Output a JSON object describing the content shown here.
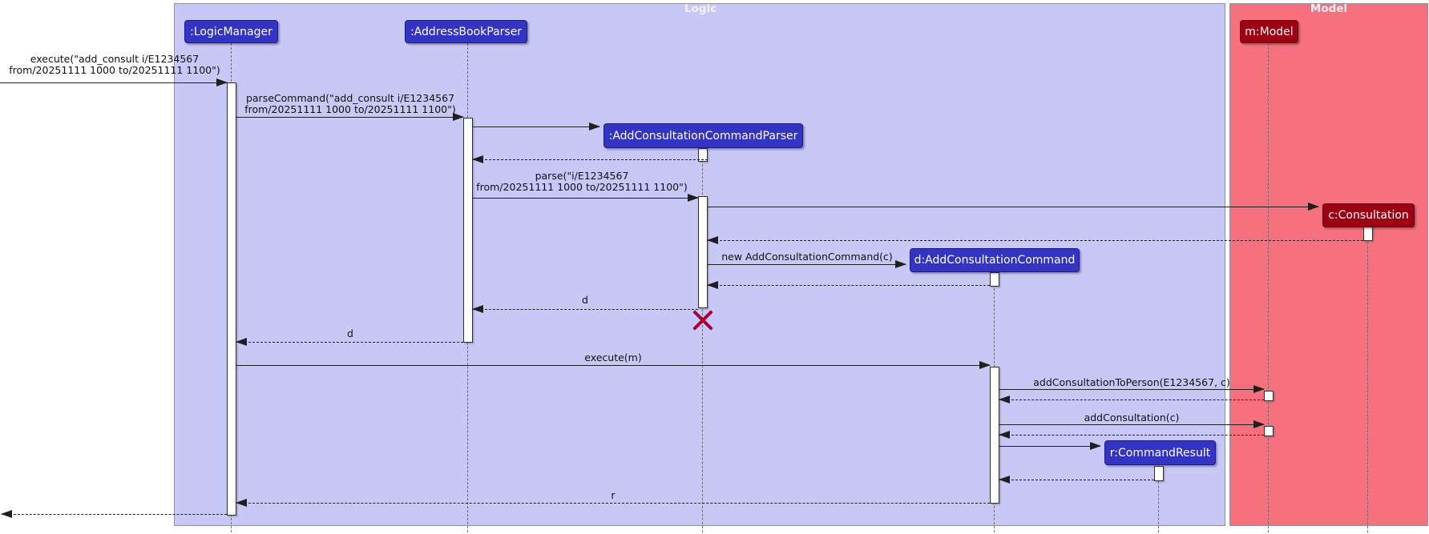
{
  "frames": {
    "logic": {
      "label": "Logic"
    },
    "model": {
      "label": "Model"
    }
  },
  "participants": {
    "logic_manager": {
      "label": ":LogicManager"
    },
    "address_book_parser": {
      "label": ":AddressBookParser"
    },
    "add_consultation_command_parser": {
      "label": ":AddConsultationCommandParser"
    },
    "consultation": {
      "label": "c:Consultation"
    },
    "add_consultation_command": {
      "label": "d:AddConsultationCommand"
    },
    "model": {
      "label": "m:Model"
    },
    "command_result": {
      "label": "r:CommandResult"
    }
  },
  "messages": {
    "execute": "execute(\"add_consult i/E1234567\nfrom/20251111 1000 to/20251111 1100\")",
    "parse_command": "parseCommand(\"add_consult i/E1234567\nfrom/20251111 1000 to/20251111 1100\")",
    "parse": "parse(\"i/E1234567\nfrom/20251111 1000 to/20251111 1100\")",
    "new_add_consultation_command": "new AddConsultationCommand(c)",
    "return_d_to_address_book_parser": "d",
    "return_d_to_logic_manager": "d",
    "execute_m": "execute(m)",
    "add_consultation_to_person": "addConsultationToPerson(E1234567, c)",
    "add_consultation": "addConsultation(c)",
    "return_r": "r"
  },
  "colors": {
    "logic_frame_bg": "#C8C8F7",
    "model_frame_bg": "#F7707E",
    "logic_participant_bg": "#3333C4",
    "model_participant_bg": "#9D0012",
    "destroy_x": "#A80036"
  }
}
